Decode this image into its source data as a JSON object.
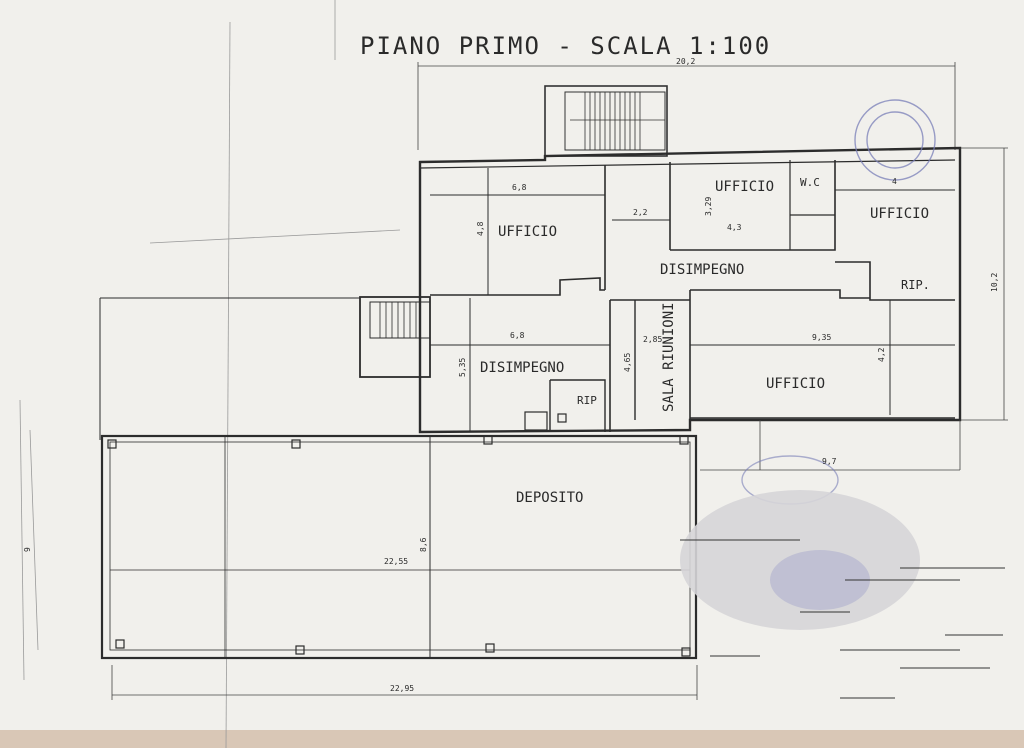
{
  "title": "PIANO PRIMO - SCALA 1:100",
  "rooms": {
    "ufficio_1": "UFFICIO",
    "ufficio_2": "UFFICIO",
    "ufficio_3": "UFFICIO",
    "ufficio_4": "UFFICIO",
    "wc": "W.C",
    "disimpegno_1": "DISIMPEGNO",
    "disimpegno_2": "DISIMPEGNO",
    "rip_1": "RIP.",
    "rip_2": "RIP",
    "sala_riunioni": "SALA RIUNIONI",
    "deposito": "DEPOSITO"
  },
  "dimensions": {
    "top_width": "20,2",
    "right_height": "10,2",
    "ufficio1_width": "6,8",
    "ufficio1_depth": "4,8",
    "disimpegno1_width": "2,2",
    "ufficio2_depth": "3,29",
    "ufficio2_width": "4,3",
    "ufficio3_width": "4",
    "disimpegno2_width": "6,8",
    "disimpegno2_depth": "5,35",
    "sala_depth": "4,65",
    "sala_width": "2,85",
    "ufficio4_width": "9,35",
    "ufficio4_depth": "4,2",
    "lower_right": "9,7",
    "deposito_inner_width": "22,55",
    "deposito_depth": "8,6",
    "deposito_outer_width": "22,95",
    "left_height": "9"
  },
  "colors": {
    "paper": "#f3f2ee",
    "ink": "#2c2c2c",
    "stamp": "#7a7fb8"
  }
}
